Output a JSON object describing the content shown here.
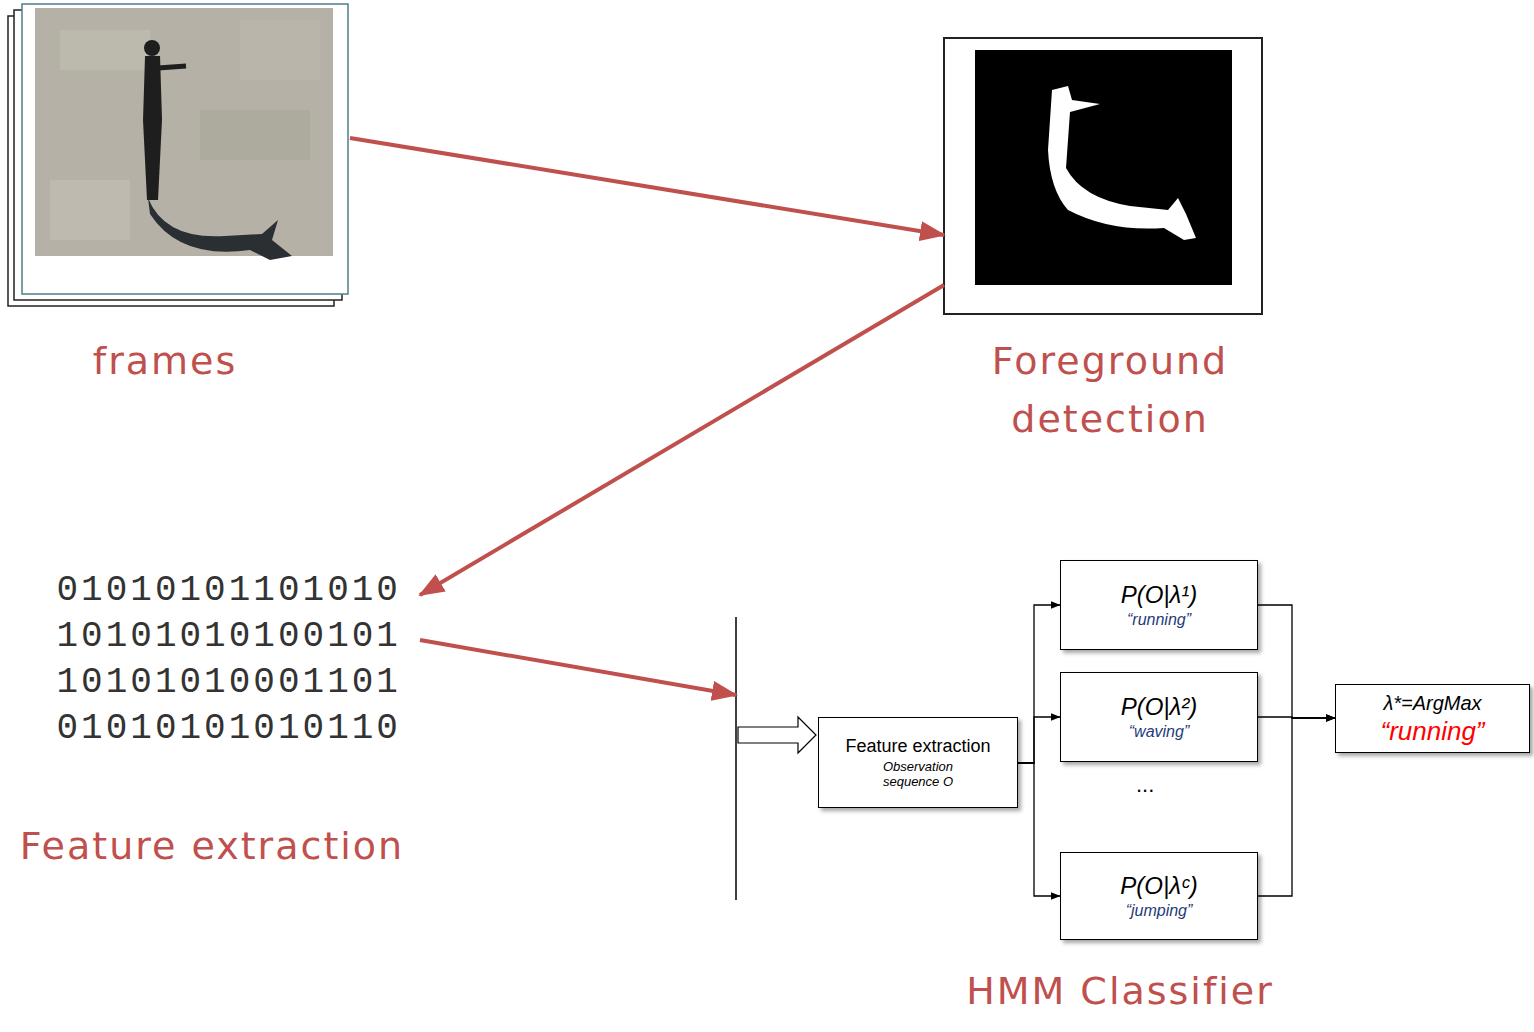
{
  "diagram": {
    "nodes": [
      {
        "text": [
          "frames"
        ]
      },
      {
        "text": [
          "Foreground detection"
        ]
      },
      {
        "text": [
          "01010101101010 10101010100101 10101010001101 01010101010110",
          "Feature extraction"
        ]
      },
      {
        "text": [
          "HMM Classifier"
        ]
      },
      {
        "text": [
          "Feature extraction",
          "Observation sequence O"
        ],
        "in": 3
      },
      {
        "text": [
          "P(O|λ¹)",
          "“running”"
        ],
        "in": 3
      },
      {
        "text": [
          "P(O|λ²)",
          "“waving”"
        ],
        "in": 3
      },
      {
        "text": [
          "P(O|λᶜ)",
          "“jumping”"
        ],
        "in": 3
      },
      {
        "text": [
          "λ*=ArgMax",
          "“running”"
        ],
        "in": 3
      }
    ],
    "edges": [
      {
        "from": 0,
        "to": 1,
        "arrow": "to"
      },
      {
        "from": 1,
        "to": 2,
        "arrow": "to"
      },
      {
        "from": 2,
        "to": 3,
        "arrow": "to"
      },
      {
        "from": 4,
        "to": 5,
        "arrow": "to"
      },
      {
        "from": 4,
        "to": 6,
        "arrow": "to"
      },
      {
        "from": 4,
        "to": 7,
        "arrow": "to"
      },
      {
        "from": 5,
        "to": 8,
        "arrow": "to"
      },
      {
        "from": 6,
        "to": 8,
        "arrow": "to"
      },
      {
        "from": 7,
        "to": 8,
        "arrow": "to"
      }
    ],
    "labels": [
      "..."
    ]
  }
}
